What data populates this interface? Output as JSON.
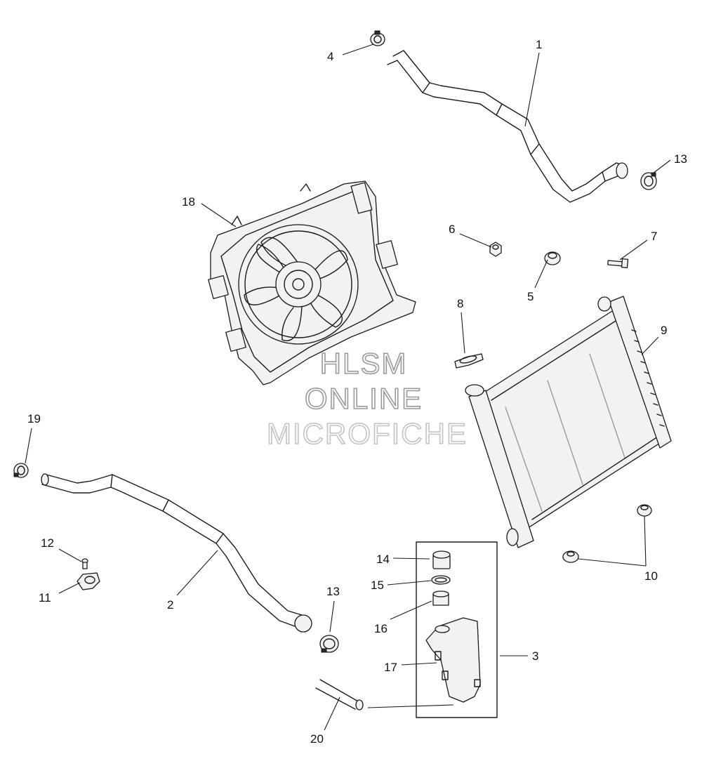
{
  "callouts": {
    "c1": "1",
    "c2": "2",
    "c3": "3",
    "c4": "4",
    "c5": "5",
    "c6": "6",
    "c7": "7",
    "c8": "8",
    "c9": "9",
    "c10": "10",
    "c11": "11",
    "c12": "12",
    "c13a": "13",
    "c13b": "13",
    "c14": "14",
    "c15": "15",
    "c16": "16",
    "c17": "17",
    "c18": "18",
    "c19": "19",
    "c20": "20"
  },
  "watermark": {
    "line1": "HLSM",
    "line2": "ONLINE",
    "line3": "MICROFICHE"
  },
  "colors": {
    "ink": "#1a1a1a",
    "watermark": "#9a9a9a"
  }
}
